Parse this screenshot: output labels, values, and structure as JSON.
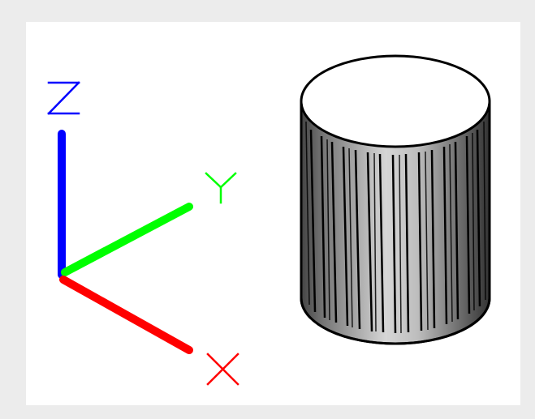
{
  "viewport": {
    "background": "#ffffff",
    "frame_color": "#ececec"
  },
  "axes": {
    "z": {
      "label": "Z",
      "color": "#0000ff"
    },
    "y": {
      "label": "Y",
      "color": "#00ff00"
    },
    "x": {
      "label": "X",
      "color": "#ff0000"
    }
  },
  "object": {
    "name": "cylinder",
    "outline_color": "#000000",
    "top_fill": "#ffffff",
    "side_shading": [
      "#4a4a4a",
      "#d4d4d4",
      "#3a3a3a"
    ]
  }
}
